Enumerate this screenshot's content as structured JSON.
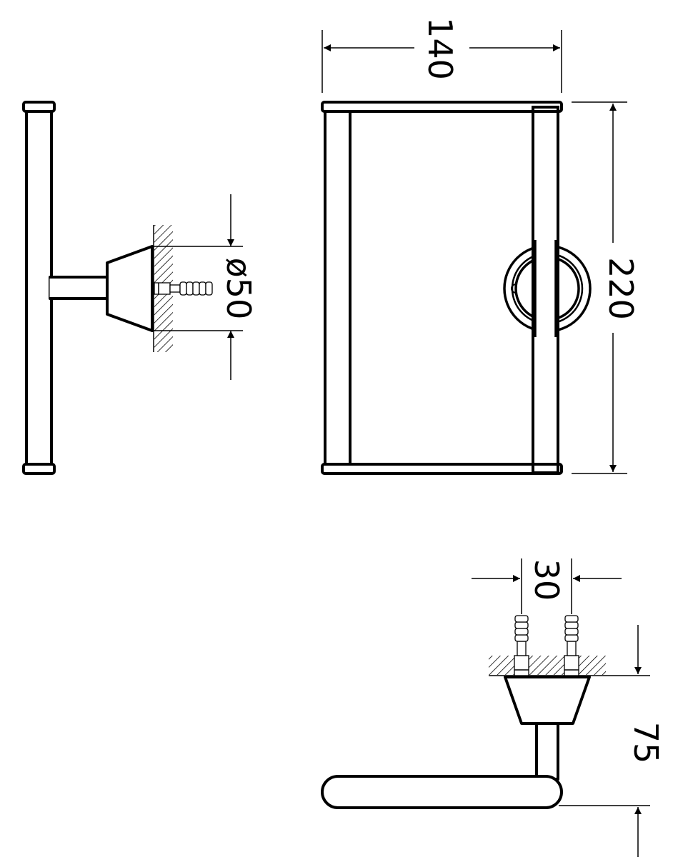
{
  "drawing": {
    "dimensions": {
      "width": "140",
      "height": "220",
      "flange_diameter": "ø50",
      "anchor_spacing": "30",
      "projection": "75"
    },
    "colors": {
      "line": "#000000",
      "background": "#ffffff"
    }
  }
}
